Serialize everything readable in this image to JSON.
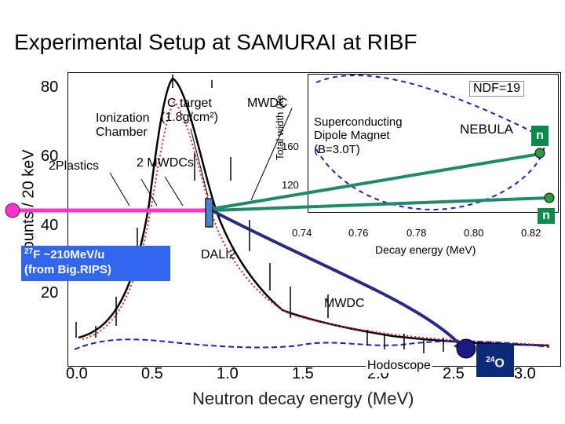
{
  "title": "Experimental Setup at SAMURAI at RIBF",
  "labels": {
    "ionization": "Ionization\nChamber",
    "c_target": "C target\n(1.8g/cm²)",
    "mwdc_top": "MWDC",
    "plastics": "2Plastics",
    "mwdcs2": "2 MWDCs",
    "magnet": "Superconducting\nDipole Magnet\n(B=3.0T)",
    "nebula": "NEBULA",
    "n1": "n",
    "n2": "n",
    "dali": "DALI2",
    "mwdc_low": "MWDC",
    "hodoscope": "Hodoscope",
    "beam_sup": "27",
    "beam_text": "F ~210MeV/u\n(from Big.RIPS)",
    "o_sup": "24",
    "o_text": "O"
  },
  "main_plot": {
    "xlabel": "Neutron decay energy (MeV)",
    "ylabel": "Counts / 20 keV",
    "x_ticks": [
      "0.0",
      "0.5",
      "1.0",
      "1.5",
      "2.0",
      "2.5",
      "3.0"
    ],
    "y_ticks": [
      "80",
      "60",
      "40",
      "20"
    ]
  },
  "inset_plot": {
    "xlabel": "Decay energy (MeV)",
    "ylabel": "Total width (ke",
    "legend": "NDF=19",
    "x_ticks": [
      "0.74",
      "0.76",
      "0.78",
      "0.80",
      "0.82"
    ],
    "y_ticks": [
      "160",
      "120"
    ]
  },
  "colors": {
    "beam": "#ff33cc",
    "neutron": "#1f8a6a",
    "fragment": "#2a2a80",
    "beam_box": "#3366ee",
    "n_box": "#0b8a4a",
    "o_box": "#0c2a77"
  }
}
